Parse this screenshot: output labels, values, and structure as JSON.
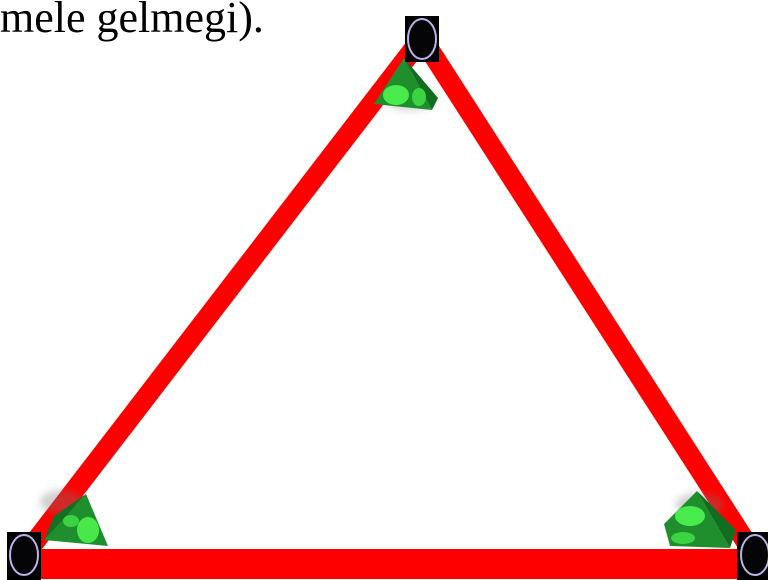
{
  "caption": "mele gelmegi).",
  "vertices": [
    {
      "name": "top-vertex-marker",
      "icon": "dark-oval-node"
    },
    {
      "name": "bottom-left-vertex-marker",
      "icon": "dark-oval-node"
    },
    {
      "name": "bottom-right-vertex-marker",
      "icon": "dark-oval-node"
    }
  ],
  "angle_markers": [
    {
      "name": "top-angle-marker",
      "icon": "green-pyramid-icon"
    },
    {
      "name": "bottom-left-angle-marker",
      "icon": "green-pyramid-icon"
    },
    {
      "name": "bottom-right-angle-marker",
      "icon": "green-pyramid-icon"
    }
  ],
  "colors": {
    "triangle_stroke": "#ff0000",
    "pyramid_dark": "#1d8a2c",
    "pyramid_light": "#2fc43f",
    "pyramid_spot": "#46e84a",
    "node_fill": "#000000",
    "node_ring": "#b8b4e8"
  }
}
